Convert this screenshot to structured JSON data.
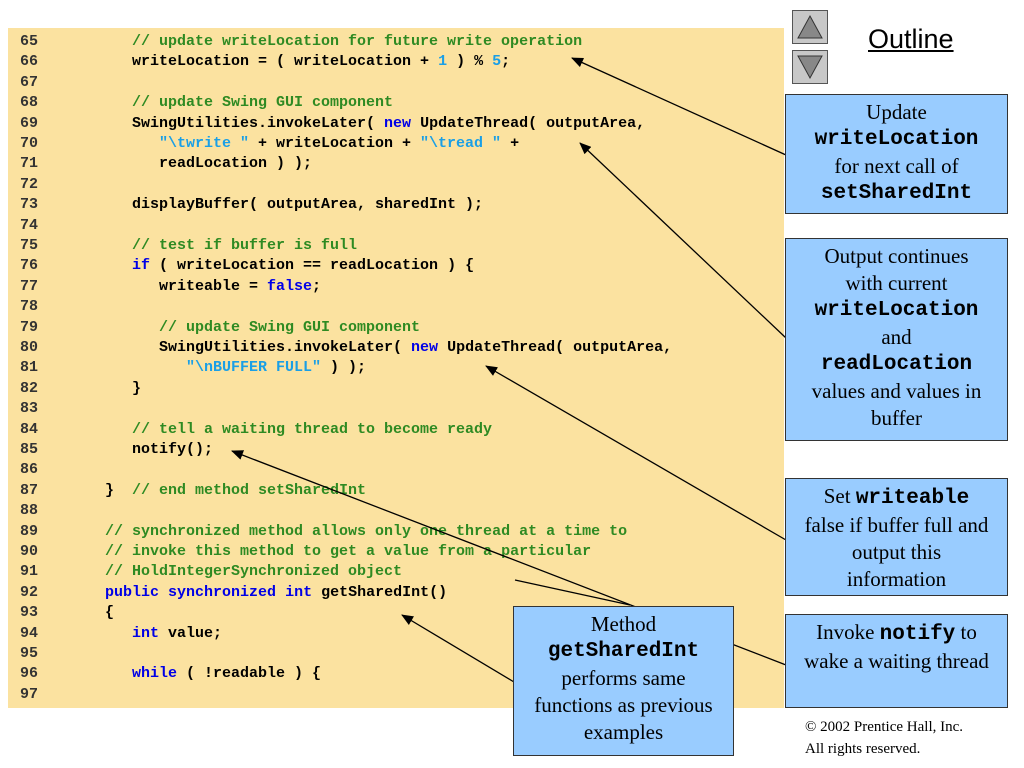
{
  "code_lines": [
    {
      "num": "65",
      "indent": 4,
      "segments": [
        {
          "t": "// update writeLocation for future write operation",
          "c": "c"
        }
      ]
    },
    {
      "num": "66",
      "indent": 4,
      "segments": [
        {
          "t": "writeLocation = ( writeLocation + ",
          "c": ""
        },
        {
          "t": "1",
          "c": "s"
        },
        {
          "t": " ) % ",
          "c": ""
        },
        {
          "t": "5",
          "c": "s"
        },
        {
          "t": ";",
          "c": ""
        }
      ]
    },
    {
      "num": "67",
      "indent": 0,
      "segments": []
    },
    {
      "num": "68",
      "indent": 4,
      "segments": [
        {
          "t": "// update Swing GUI component",
          "c": "c"
        }
      ]
    },
    {
      "num": "69",
      "indent": 4,
      "segments": [
        {
          "t": "SwingUtilities.invokeLater( ",
          "c": ""
        },
        {
          "t": "new",
          "c": "k"
        },
        {
          "t": " UpdateThread( outputArea,",
          "c": ""
        }
      ]
    },
    {
      "num": "70",
      "indent": 7,
      "segments": [
        {
          "t": "\"\\twrite \"",
          "c": "s"
        },
        {
          "t": " + writeLocation + ",
          "c": ""
        },
        {
          "t": "\"\\tread \"",
          "c": "s"
        },
        {
          "t": " +",
          "c": ""
        }
      ]
    },
    {
      "num": "71",
      "indent": 7,
      "segments": [
        {
          "t": "readLocation ) );",
          "c": ""
        }
      ]
    },
    {
      "num": "72",
      "indent": 0,
      "segments": []
    },
    {
      "num": "73",
      "indent": 4,
      "segments": [
        {
          "t": "displayBuffer( outputArea, sharedInt );",
          "c": ""
        }
      ]
    },
    {
      "num": "74",
      "indent": 0,
      "segments": []
    },
    {
      "num": "75",
      "indent": 4,
      "segments": [
        {
          "t": "// test if buffer is full",
          "c": "c"
        }
      ]
    },
    {
      "num": "76",
      "indent": 4,
      "segments": [
        {
          "t": "if",
          "c": "k"
        },
        {
          "t": " ( writeLocation == readLocation ) {",
          "c": ""
        }
      ]
    },
    {
      "num": "77",
      "indent": 7,
      "segments": [
        {
          "t": "writeable = ",
          "c": ""
        },
        {
          "t": "false",
          "c": "k"
        },
        {
          "t": ";",
          "c": ""
        }
      ]
    },
    {
      "num": "78",
      "indent": 0,
      "segments": []
    },
    {
      "num": "79",
      "indent": 7,
      "segments": [
        {
          "t": "// update Swing GUI component",
          "c": "c"
        }
      ]
    },
    {
      "num": "80",
      "indent": 7,
      "segments": [
        {
          "t": "SwingUtilities.invokeLater( ",
          "c": ""
        },
        {
          "t": "new",
          "c": "k"
        },
        {
          "t": " UpdateThread( outputArea,",
          "c": ""
        }
      ]
    },
    {
      "num": "81",
      "indent": 10,
      "segments": [
        {
          "t": "\"\\nBUFFER FULL\"",
          "c": "s"
        },
        {
          "t": " ) );",
          "c": ""
        }
      ]
    },
    {
      "num": "82",
      "indent": 4,
      "segments": [
        {
          "t": "}",
          "c": ""
        }
      ]
    },
    {
      "num": "83",
      "indent": 0,
      "segments": []
    },
    {
      "num": "84",
      "indent": 4,
      "segments": [
        {
          "t": "// tell a waiting thread to become ready",
          "c": "c"
        }
      ]
    },
    {
      "num": "85",
      "indent": 4,
      "segments": [
        {
          "t": "notify();",
          "c": ""
        }
      ]
    },
    {
      "num": "86",
      "indent": 0,
      "segments": []
    },
    {
      "num": "87",
      "indent": 1,
      "segments": [
        {
          "t": "}  ",
          "c": ""
        },
        {
          "t": "// end method setSharedInt",
          "c": "c"
        }
      ]
    },
    {
      "num": "88",
      "indent": 0,
      "segments": []
    },
    {
      "num": "89",
      "indent": 1,
      "segments": [
        {
          "t": "// synchronized method allows only one thread at a time to",
          "c": "c"
        }
      ]
    },
    {
      "num": "90",
      "indent": 1,
      "segments": [
        {
          "t": "// invoke this method to get a value from a particular",
          "c": "c"
        }
      ]
    },
    {
      "num": "91",
      "indent": 1,
      "segments": [
        {
          "t": "// HoldIntegerSynchronized object",
          "c": "c"
        }
      ]
    },
    {
      "num": "92",
      "indent": 1,
      "segments": [
        {
          "t": "public",
          "c": "k"
        },
        {
          "t": " ",
          "c": ""
        },
        {
          "t": "synchronized",
          "c": "k"
        },
        {
          "t": " ",
          "c": ""
        },
        {
          "t": "int",
          "c": "k"
        },
        {
          "t": " getSharedInt()",
          "c": ""
        }
      ]
    },
    {
      "num": "93",
      "indent": 1,
      "segments": [
        {
          "t": "{",
          "c": ""
        }
      ]
    },
    {
      "num": "94",
      "indent": 4,
      "segments": [
        {
          "t": "int",
          "c": "k"
        },
        {
          "t": " value;",
          "c": ""
        }
      ]
    },
    {
      "num": "95",
      "indent": 0,
      "segments": []
    },
    {
      "num": "96",
      "indent": 4,
      "segments": [
        {
          "t": "while",
          "c": "k"
        },
        {
          "t": " ( !readable ) {",
          "c": ""
        }
      ]
    },
    {
      "num": "97",
      "indent": 0,
      "segments": []
    }
  ],
  "nav": {
    "up_icon": "triangle-up-icon",
    "down_icon": "triangle-down-icon"
  },
  "outline_label": "Outline",
  "obscured_text": "n",
  "callouts": {
    "update_write_location": {
      "line1": "Update",
      "line2": "writeLocation",
      "line3": "for next call of",
      "line4": "setSharedInt"
    },
    "output_continues": {
      "line1": "Output continues",
      "line2": "with current",
      "line3": "writeLocation",
      "line4": "and",
      "line5": "readLocation",
      "line6": "values and values in",
      "line7": "buffer"
    },
    "set_writeable": {
      "line1a": "Set ",
      "line1b": "writeable",
      "line2": "false if buffer full and",
      "line3": "output this",
      "line4": "information"
    },
    "invoke_notify": {
      "line1a": "Invoke ",
      "line1b": "notify",
      "line1c": " to",
      "line2": "wake a waiting thread"
    },
    "method_get_shared_int": {
      "line1": "Method",
      "line2": "getSharedInt",
      "line3": "performs same",
      "line4": "functions as previous",
      "line5": "examples"
    }
  },
  "copyright": {
    "line1": "© 2002 Prentice Hall, Inc.",
    "line2": "All rights reserved."
  },
  "colors": {
    "code_bg": "#fbe2a0",
    "callout_bg": "#99ccff",
    "comment": "#2e8a22",
    "keyword": "#0000e6",
    "literal": "#1a9fe6"
  }
}
